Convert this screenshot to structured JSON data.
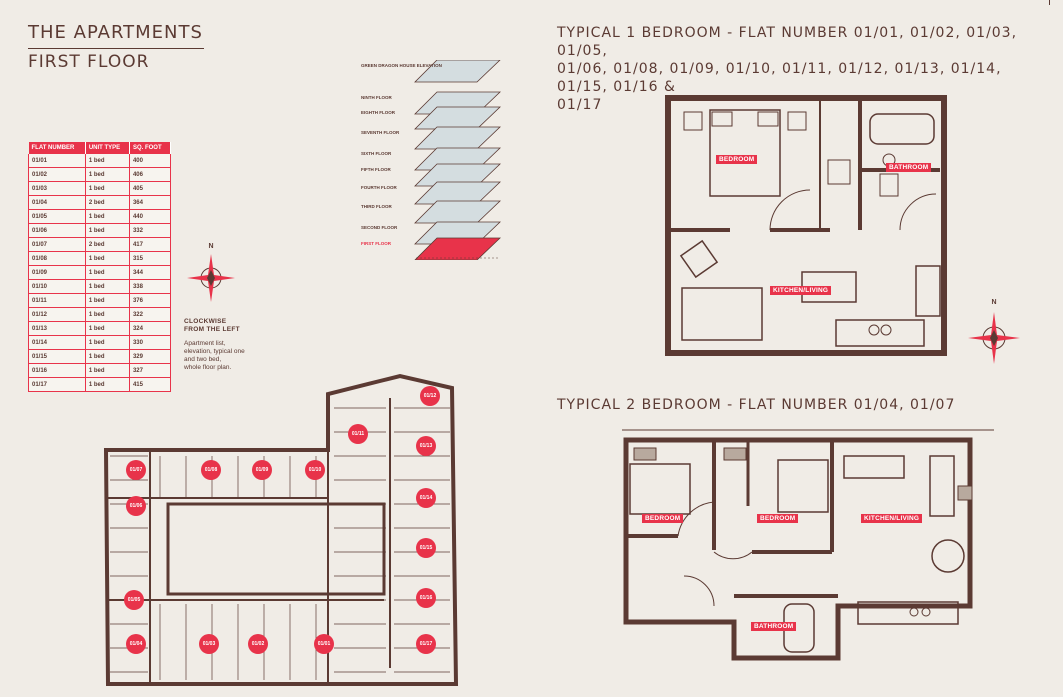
{
  "header": {
    "title": "THE APARTMENTS",
    "subtitle": "FIRST FLOOR"
  },
  "unit_table": {
    "columns": [
      "FLAT NUMBER",
      "UNIT TYPE",
      "SQ. FOOT"
    ],
    "rows": [
      [
        "01/01",
        "1 bed",
        "400"
      ],
      [
        "01/02",
        "1 bed",
        "406"
      ],
      [
        "01/03",
        "1 bed",
        "405"
      ],
      [
        "01/04",
        "2 bed",
        "364"
      ],
      [
        "01/05",
        "1 bed",
        "440"
      ],
      [
        "01/06",
        "1 bed",
        "332"
      ],
      [
        "01/07",
        "2 bed",
        "417"
      ],
      [
        "01/08",
        "1 bed",
        "315"
      ],
      [
        "01/09",
        "1 bed",
        "344"
      ],
      [
        "01/10",
        "1 bed",
        "338"
      ],
      [
        "01/11",
        "1 bed",
        "376"
      ],
      [
        "01/12",
        "1 bed",
        "322"
      ],
      [
        "01/13",
        "1 bed",
        "324"
      ],
      [
        "01/14",
        "1 bed",
        "330"
      ],
      [
        "01/15",
        "1 bed",
        "329"
      ],
      [
        "01/16",
        "1 bed",
        "327"
      ],
      [
        "01/17",
        "1 bed",
        "415"
      ]
    ]
  },
  "elevation": {
    "floors": [
      "GREEN DRAGON HOUSE ELEVATION",
      "NINTH FLOOR",
      "EIGHTH FLOOR",
      "SEVENTH FLOOR",
      "SIXTH FLOOR",
      "FIFTH FLOOR",
      "FOURTH FLOOR",
      "THIRD FLOOR",
      "SECOND FLOOR",
      "FIRST FLOOR"
    ],
    "highlight_color": "#e8334a"
  },
  "compass": {
    "north_label": "N"
  },
  "caption": {
    "title_line1": "CLOCKWISE",
    "title_line2": "FROM THE LEFT",
    "body": [
      "Apartment list,",
      "elevation, typical one",
      "and two bed,",
      "whole floor plan."
    ]
  },
  "one_bed": {
    "heading": [
      "TYPICAL 1 BEDROOM - FLAT NUMBER 01/01, 01/02, 01/03, 01/05,",
      "01/06, 01/08, 01/09, 01/10, 01/11, 01/12, 01/13, 01/14, 01/15, 01/16 &",
      "01/17"
    ],
    "rooms": {
      "bedroom": "BEDROOM",
      "bathroom": "BATHROOM",
      "kitchen": "KITCHEN/LIVING"
    }
  },
  "two_bed": {
    "heading": "TYPICAL 2 BEDROOM - FLAT NUMBER 01/04, 01/07",
    "rooms": {
      "bedroom1": "BEDROOM",
      "bedroom2": "BEDROOM",
      "kitchen": "KITCHEN/LIVING",
      "bathroom": "BATHROOM"
    }
  },
  "floor_plan": {
    "units": [
      "01/01",
      "01/02",
      "01/03",
      "01/04",
      "01/05",
      "01/06",
      "01/07",
      "01/08",
      "01/09",
      "01/10",
      "01/11",
      "01/12",
      "01/13",
      "01/14",
      "01/15",
      "01/16",
      "01/17"
    ]
  },
  "colors": {
    "accent": "#e8334a",
    "wall": "#5b3a33",
    "background": "#f0ece6"
  }
}
